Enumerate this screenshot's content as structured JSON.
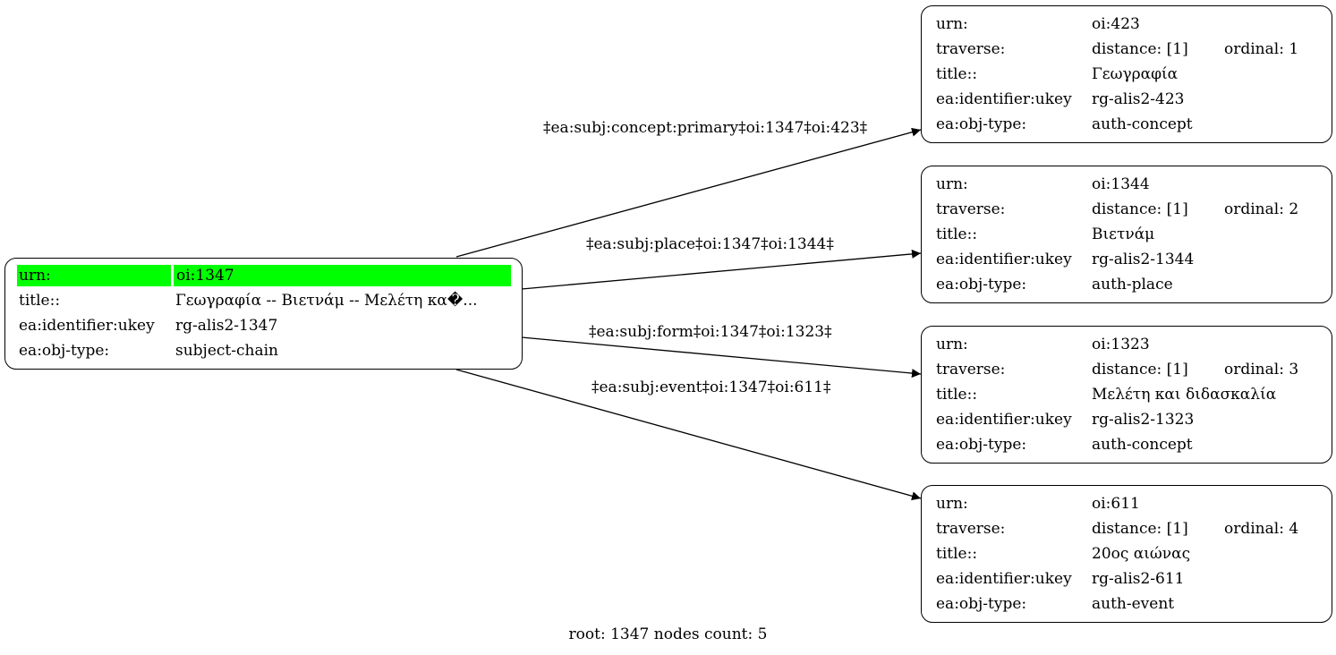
{
  "root_node": {
    "rows": [
      {
        "key": "urn:",
        "value": "oi:1347"
      },
      {
        "key": "title::",
        "value": "Γεωγραφία -- Βιετνάμ -- Μελέτη κα�..."
      },
      {
        "key": "ea:identifier:ukey",
        "value": "rg-alis2-1347"
      },
      {
        "key": "ea:obj-type:",
        "value": "subject-chain"
      }
    ],
    "highlight_color": "#00ff00"
  },
  "child_nodes": [
    {
      "urn_key": "urn:",
      "urn": "oi:423",
      "traverse_key": "traverse:",
      "distance": "distance: [1]",
      "ordinal": "ordinal: 1",
      "title_key": "title::",
      "title": "Γεωγραφία",
      "ukey_key": "ea:identifier:ukey",
      "ukey": "rg-alis2-423",
      "type_key": "ea:obj-type:",
      "type": "auth-concept"
    },
    {
      "urn_key": "urn:",
      "urn": "oi:1344",
      "traverse_key": "traverse:",
      "distance": "distance: [1]",
      "ordinal": "ordinal: 2",
      "title_key": "title::",
      "title": "Βιετνάμ",
      "ukey_key": "ea:identifier:ukey",
      "ukey": "rg-alis2-1344",
      "type_key": "ea:obj-type:",
      "type": "auth-place"
    },
    {
      "urn_key": "urn:",
      "urn": "oi:1323",
      "traverse_key": "traverse:",
      "distance": "distance: [1]",
      "ordinal": "ordinal: 3",
      "title_key": "title::",
      "title": "Μελέτη και διδασκαλία",
      "ukey_key": "ea:identifier:ukey",
      "ukey": "rg-alis2-1323",
      "type_key": "ea:obj-type:",
      "type": "auth-concept"
    },
    {
      "urn_key": "urn:",
      "urn": "oi:611",
      "traverse_key": "traverse:",
      "distance": "distance: [1]",
      "ordinal": "ordinal: 4",
      "title_key": "title::",
      "title": "20ος αιώνας",
      "ukey_key": "ea:identifier:ukey",
      "ukey": "rg-alis2-611",
      "type_key": "ea:obj-type:",
      "type": "auth-event"
    }
  ],
  "edges": [
    {
      "label": "‡ea:subj:concept:primary‡oi:1347‡oi:423‡"
    },
    {
      "label": "‡ea:subj:place‡oi:1347‡oi:1344‡"
    },
    {
      "label": "‡ea:subj:form‡oi:1347‡oi:1323‡"
    },
    {
      "label": "‡ea:subj:event‡oi:1347‡oi:611‡"
    }
  ],
  "footer": {
    "root_label": "root:",
    "root_value": "1347",
    "count_label": "nodes count:",
    "count_value": "5"
  }
}
